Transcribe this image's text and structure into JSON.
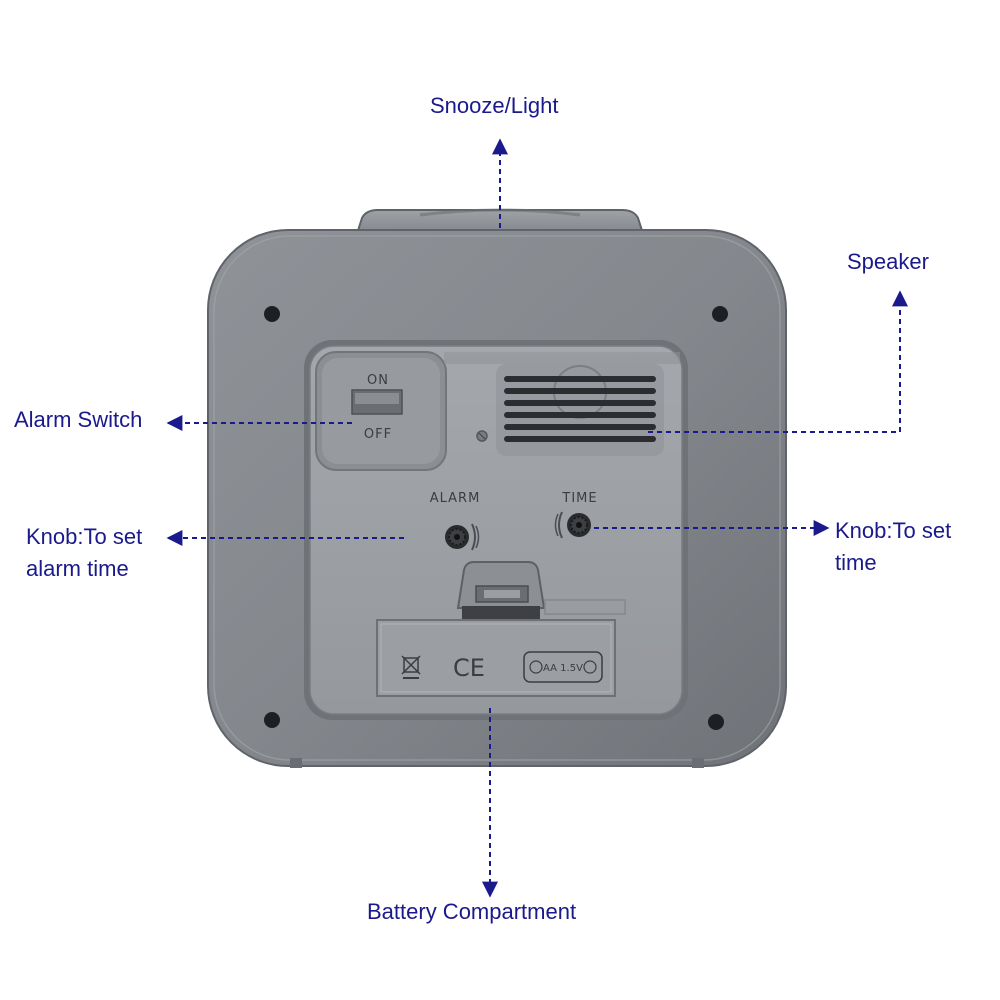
{
  "device": {
    "switch_on_label": "ON",
    "switch_off_label": "OFF",
    "alarm_knob_label": "ALARM",
    "time_knob_label": "TIME",
    "ce_mark": "CE",
    "battery_label": "AA 1.5V"
  },
  "callouts": {
    "snooze_light": "Snooze/Light",
    "speaker": "Speaker",
    "alarm_switch": "Alarm Switch",
    "knob_alarm_line1": "Knob:To set",
    "knob_alarm_line2": "alarm time",
    "knob_time_line1": "Knob:To set",
    "knob_time_line2": "time",
    "battery_compartment": "Battery Compartment"
  },
  "colors": {
    "callout_text": "#1a1a8c",
    "leader_line": "#1a1a8c",
    "body": "#8a8e94",
    "panel": "#9da0a5"
  }
}
